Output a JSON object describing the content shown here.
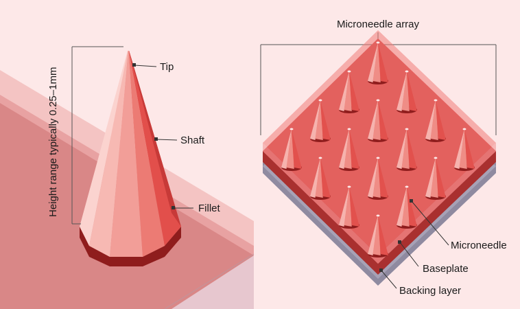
{
  "labels": {
    "tip": "Tip",
    "shaft": "Shaft",
    "fillet": "Fillet",
    "height_range": "Height range typically 0.25–1mm",
    "array_title": "Microneedle array",
    "microneedle": "Microneedle",
    "baseplate": "Baseplate",
    "backing_layer": "Backing layer"
  },
  "colors": {
    "background": "#fde8e8",
    "needle_light": "#f6b3ae",
    "needle_mid": "#ef8d86",
    "needle_red": "#e2514d",
    "needle_dark": "#8f1d1d",
    "baseplate": "#d2403f",
    "baseplate_edge": "#a9302f",
    "backing": "#a7a2b6",
    "leader": "#333333"
  },
  "array": {
    "rows": 4,
    "cols": 4
  }
}
